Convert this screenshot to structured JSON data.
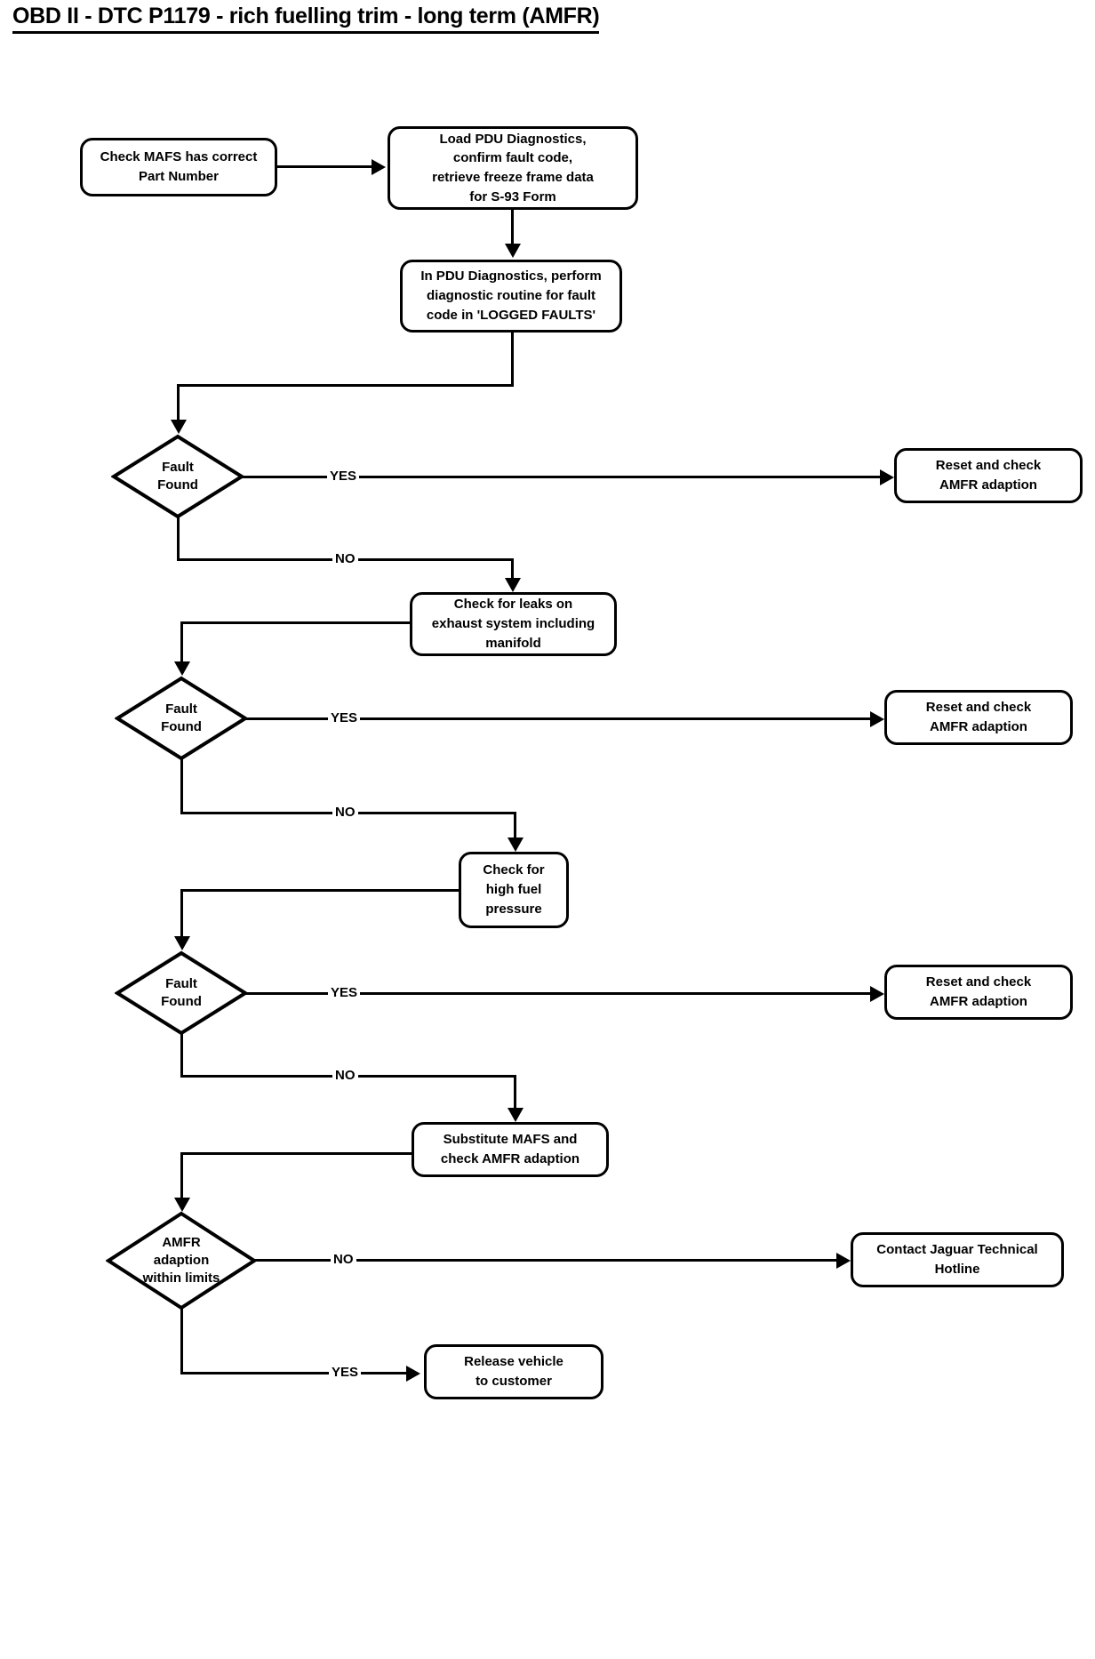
{
  "title": "OBD II - DTC P1179 - rich fuelling trim - long term (AMFR)",
  "nodes": {
    "check_mafs": "Check MAFS has correct\nPart Number",
    "load_pdu": "Load PDU Diagnostics,\nconfirm fault code,\nretrieve freeze frame data\nfor S-93 Form",
    "diag_routine": "In PDU Diagnostics, perform\ndiagnostic routine for fault\ncode in  'LOGGED FAULTS'",
    "fault_found_1": "Fault\nFound",
    "reset_check_1": "Reset and check\nAMFR adaption",
    "check_leaks": "Check for leaks on\nexhaust system including\nmanifold",
    "fault_found_2": "Fault\nFound",
    "reset_check_2": "Reset and check\nAMFR adaption",
    "check_fuel_pressure": "Check for\nhigh fuel\npressure",
    "fault_found_3": "Fault\nFound",
    "reset_check_3": "Reset and check\nAMFR adaption",
    "substitute_mafs": "Substitute MAFS and\ncheck AMFR adaption",
    "amfr_limits": "AMFR\nadaption\nwithin limits",
    "contact_hotline": "Contact Jaguar Technical\nHotline",
    "release_vehicle": "Release vehicle\nto customer"
  },
  "edge_labels": {
    "yes_1": "YES",
    "no_1": "NO",
    "yes_2": "YES",
    "no_2": "NO",
    "yes_3": "YES",
    "no_3": "NO",
    "no_4": "NO",
    "yes_4": "YES"
  },
  "colors": {
    "line": "#000000",
    "background": "#ffffff",
    "text": "#000000"
  },
  "chart_data": {
    "type": "flowchart",
    "title": "OBD II - DTC P1179 - rich fuelling trim - long term (AMFR)",
    "orientation": "top-down",
    "steps": [
      {
        "id": "check_mafs",
        "shape": "rounded-rect",
        "text": "Check MAFS has correct Part Number"
      },
      {
        "id": "load_pdu",
        "shape": "rounded-rect",
        "text": "Load PDU Diagnostics, confirm fault code, retrieve freeze frame data for S-93 Form"
      },
      {
        "id": "diag_routine",
        "shape": "rounded-rect",
        "text": "In PDU Diagnostics, perform diagnostic routine for fault code in 'LOGGED FAULTS'"
      },
      {
        "id": "fault_found_1",
        "shape": "diamond",
        "text": "Fault Found"
      },
      {
        "id": "reset_check_1",
        "shape": "rounded-rect",
        "text": "Reset and check AMFR adaption"
      },
      {
        "id": "check_leaks",
        "shape": "rounded-rect",
        "text": "Check for leaks on exhaust system including manifold"
      },
      {
        "id": "fault_found_2",
        "shape": "diamond",
        "text": "Fault Found"
      },
      {
        "id": "reset_check_2",
        "shape": "rounded-rect",
        "text": "Reset and check AMFR adaption"
      },
      {
        "id": "check_fuel_pressure",
        "shape": "rounded-rect",
        "text": "Check for high fuel pressure"
      },
      {
        "id": "fault_found_3",
        "shape": "diamond",
        "text": "Fault Found"
      },
      {
        "id": "reset_check_3",
        "shape": "rounded-rect",
        "text": "Reset and check AMFR adaption"
      },
      {
        "id": "substitute_mafs",
        "shape": "rounded-rect",
        "text": "Substitute MAFS and check AMFR adaption"
      },
      {
        "id": "amfr_limits",
        "shape": "diamond",
        "text": "AMFR adaption within limits"
      },
      {
        "id": "contact_hotline",
        "shape": "rounded-rect",
        "text": "Contact Jaguar Technical Hotline"
      },
      {
        "id": "release_vehicle",
        "shape": "rounded-rect",
        "text": "Release vehicle to customer"
      }
    ],
    "edges": [
      {
        "from": "check_mafs",
        "to": "load_pdu",
        "label": ""
      },
      {
        "from": "load_pdu",
        "to": "diag_routine",
        "label": ""
      },
      {
        "from": "diag_routine",
        "to": "fault_found_1",
        "label": ""
      },
      {
        "from": "fault_found_1",
        "to": "reset_check_1",
        "label": "YES"
      },
      {
        "from": "fault_found_1",
        "to": "check_leaks",
        "label": "NO"
      },
      {
        "from": "check_leaks",
        "to": "fault_found_2",
        "label": ""
      },
      {
        "from": "fault_found_2",
        "to": "reset_check_2",
        "label": "YES"
      },
      {
        "from": "fault_found_2",
        "to": "check_fuel_pressure",
        "label": "NO"
      },
      {
        "from": "check_fuel_pressure",
        "to": "fault_found_3",
        "label": ""
      },
      {
        "from": "fault_found_3",
        "to": "reset_check_3",
        "label": "YES"
      },
      {
        "from": "fault_found_3",
        "to": "substitute_mafs",
        "label": "NO"
      },
      {
        "from": "substitute_mafs",
        "to": "amfr_limits",
        "label": ""
      },
      {
        "from": "amfr_limits",
        "to": "contact_hotline",
        "label": "NO"
      },
      {
        "from": "amfr_limits",
        "to": "release_vehicle",
        "label": "YES"
      }
    ]
  }
}
